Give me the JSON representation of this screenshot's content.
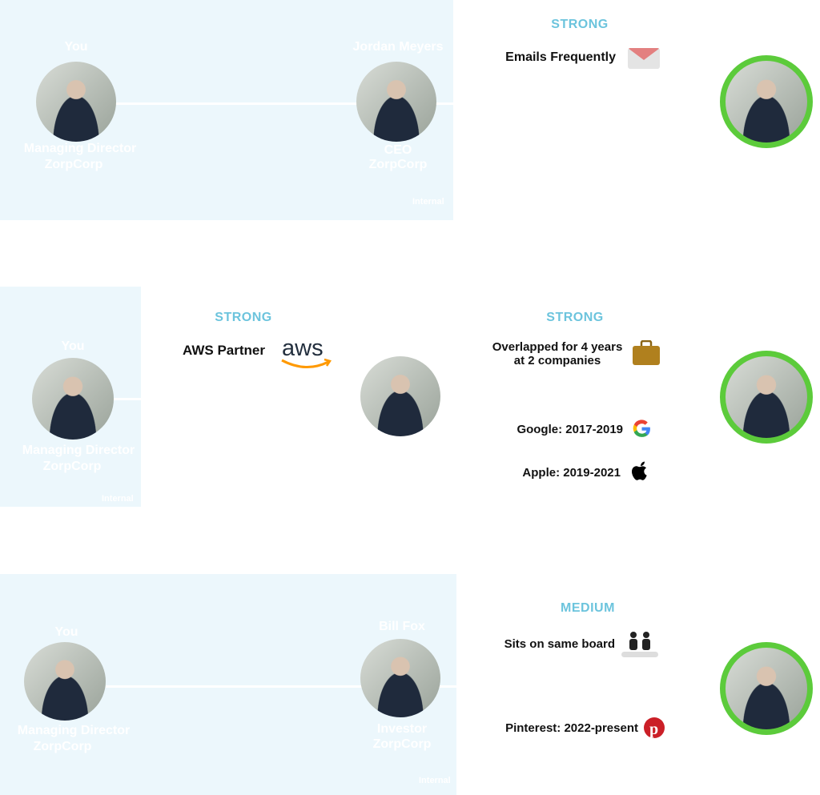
{
  "sections": [
    {
      "you": {
        "label": "You",
        "title": "Managing Director",
        "company": "ZorpCorp"
      },
      "contact": {
        "name": "Jordan Meyers",
        "title": "CEO",
        "company": "ZorpCorp"
      },
      "tag": "Internal",
      "strength": "STRONG",
      "reason": "Emails Frequently",
      "icon": "envelope-icon"
    },
    {
      "you": {
        "label": "You",
        "title": "Managing Director",
        "company": "ZorpCorp"
      },
      "tag": "Internal",
      "left_strength": "STRONG",
      "left_reason": "AWS Partner",
      "left_logo": "aws",
      "strength": "STRONG",
      "reason_line1": "Overlapped for 4 years",
      "reason_line2": "at 2 companies",
      "icon": "briefcase-icon",
      "details": [
        {
          "text": "Google: 2017-2019",
          "icon": "google-icon"
        },
        {
          "text": "Apple: 2019-2021",
          "icon": "apple-icon"
        }
      ]
    },
    {
      "you": {
        "label": "You",
        "title": "Managing Director",
        "company": "ZorpCorp"
      },
      "contact": {
        "name": "Bill Fox",
        "title": "Investor",
        "company": "ZorpCorp"
      },
      "tag": "Internal",
      "strength": "MEDIUM",
      "reason": "Sits on same board",
      "icon": "board-icon",
      "details": [
        {
          "text": "Pinterest: 2022-present",
          "icon": "pinterest-icon"
        }
      ]
    }
  ],
  "colors": {
    "panel": "#ecf7fc",
    "strength": "#6cc4dd",
    "ring": "#5ccb3b"
  }
}
